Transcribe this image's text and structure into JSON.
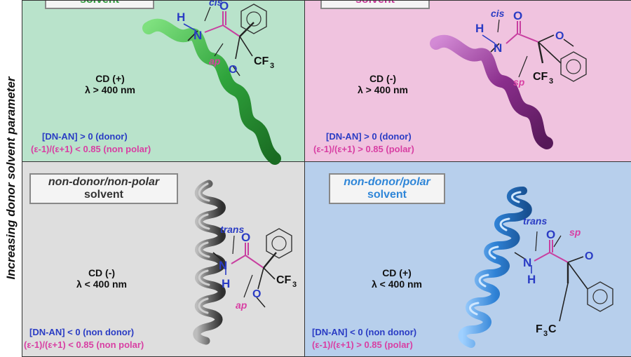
{
  "axis_label": "Increasing donor solvent parameter",
  "quadrants": {
    "top_left": {
      "solvent_line1": "",
      "solvent_line2": "solvent",
      "cd_sign": "CD (+)",
      "cd_lambda": "λ > 400 nm",
      "dn": "[DN-AN] > 0 (donor)",
      "eps": "(ε-1)/(ε+1)  < 0.85 (non polar)",
      "labels": {
        "conf1": "cis",
        "conf2": "ap",
        "h": "H",
        "n": "N",
        "o": "O",
        "cf3": "CF",
        "sub3": "3"
      }
    },
    "top_right": {
      "solvent_line1": "",
      "solvent_line2": "solvent",
      "cd_sign": "CD (-)",
      "cd_lambda": "λ > 400 nm",
      "dn": "[DN-AN] > 0 (donor)",
      "eps": "(ε-1)/(ε+1)  > 0.85 (polar)",
      "labels": {
        "conf1": "cis",
        "conf2": "sp",
        "h": "H",
        "n": "N",
        "o": "O",
        "cf3": "CF",
        "sub3": "3"
      }
    },
    "bottom_left": {
      "solvent_line1": "non-donor/non-polar",
      "solvent_line2": "solvent",
      "cd_sign": "CD (-)",
      "cd_lambda": "λ < 400 nm",
      "dn": "[DN-AN] < 0 (non donor)",
      "eps": "(ε-1)/(ε+1) < 0.85 (non polar)",
      "labels": {
        "conf1": "trans",
        "conf2": "ap",
        "h": "H",
        "n": "N",
        "o": "O",
        "cf3": "CF",
        "sub3": "3"
      }
    },
    "bottom_right": {
      "solvent_line1": "non-donor/polar",
      "solvent_line2": "solvent",
      "cd_sign": "CD (+)",
      "cd_lambda": "λ < 400 nm",
      "dn": "[DN-AN] < 0 (non donor)",
      "eps": "(ε-1)/(ε+1)  > 0.85 (polar)",
      "labels": {
        "conf1": "trans",
        "conf2": "sp",
        "h": "H",
        "n": "N",
        "o": "O",
        "cf3": "F",
        "sub3": "3",
        "cf3_c": "C"
      }
    }
  },
  "colors": {
    "green_helix": "#2fa43c",
    "purple_helix": "#8a2e8c",
    "gray_helix": "#5a5a5a",
    "blue_helix": "#2f82d6",
    "n_label": "#2a3cc4",
    "pink_label": "#d83fa3",
    "bond_pink": "#c83fa0"
  }
}
